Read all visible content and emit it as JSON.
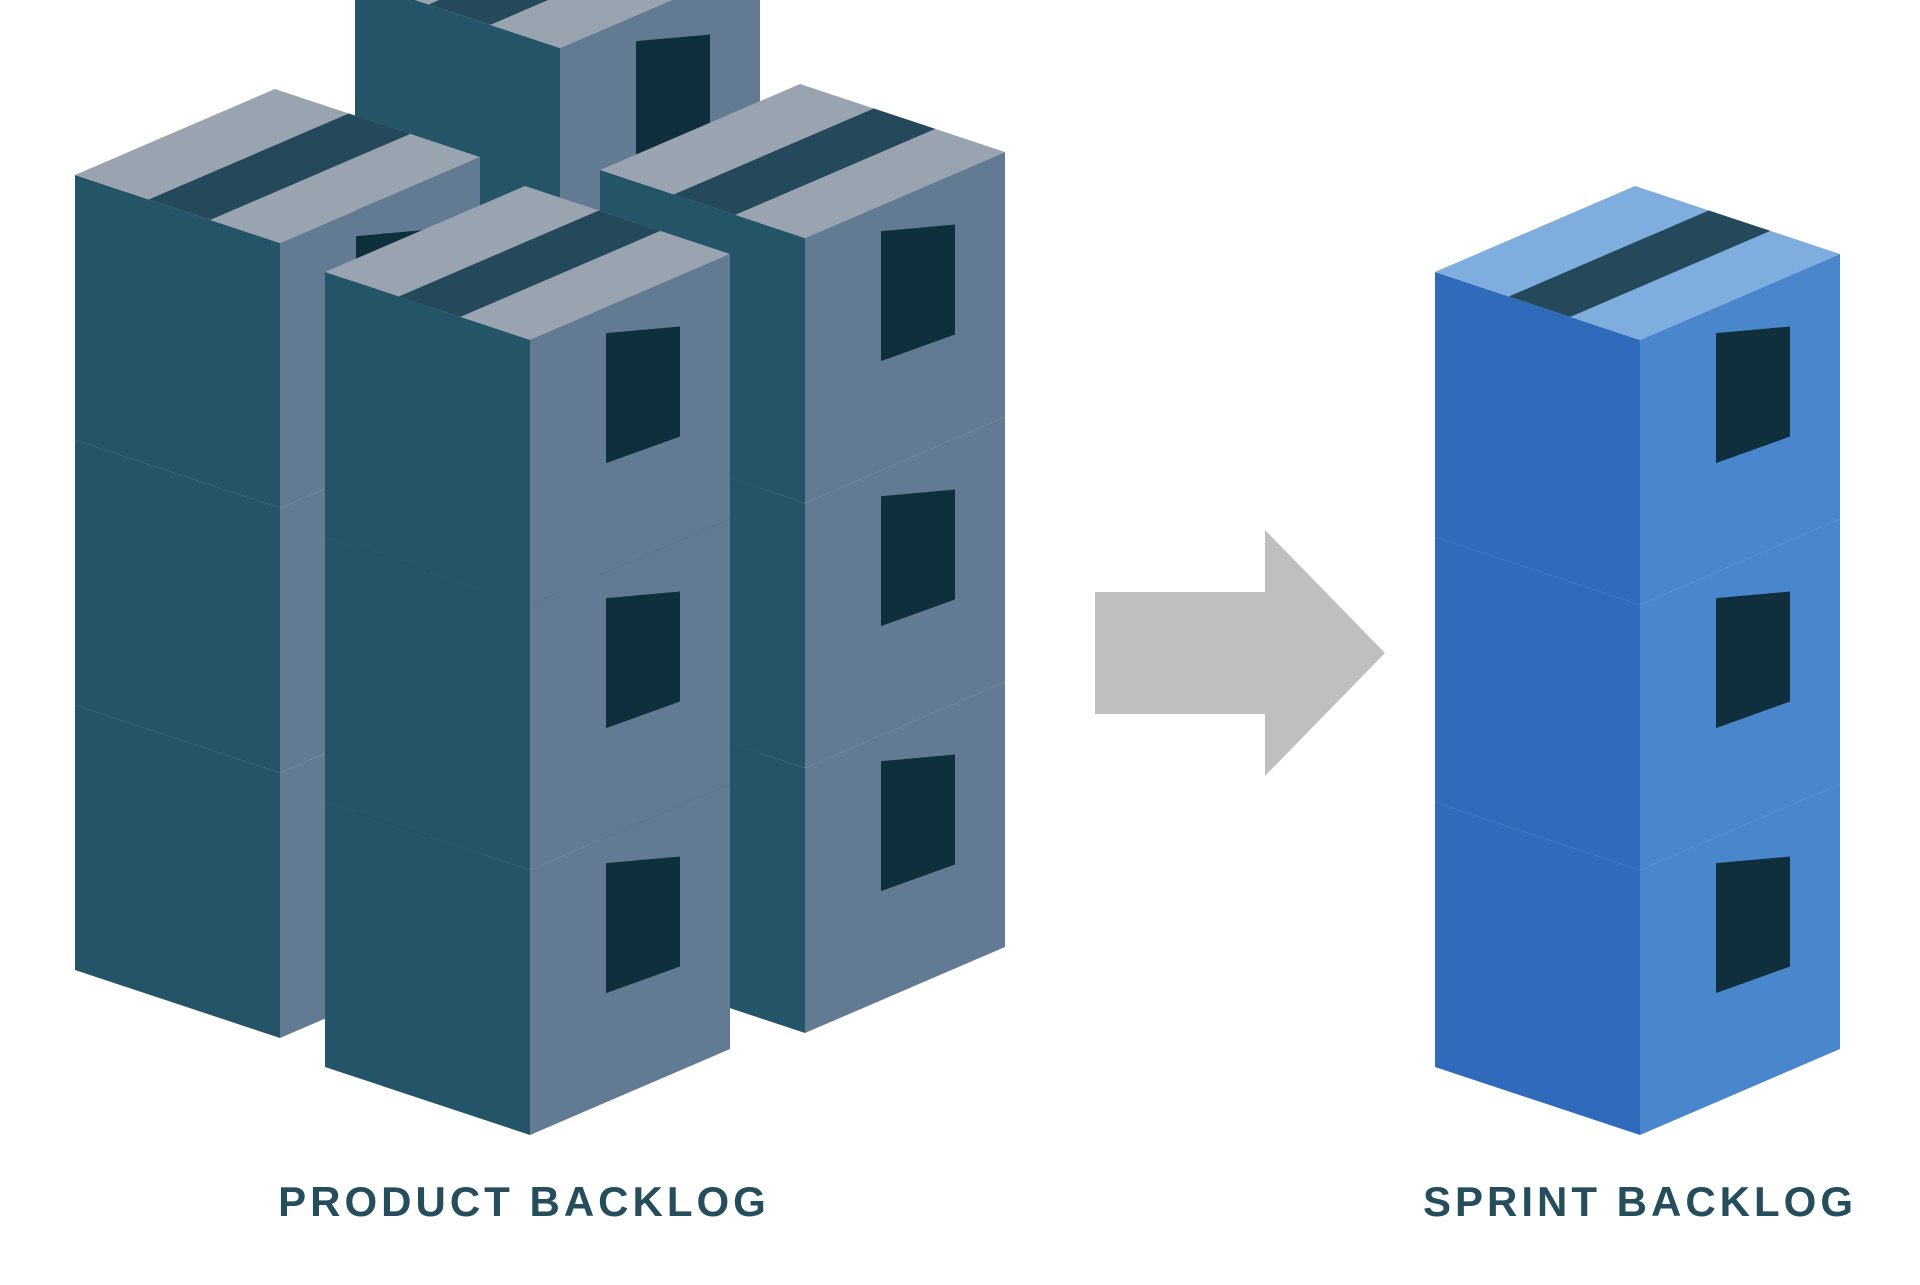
{
  "diagram": {
    "captions": {
      "product_backlog": "PRODUCT BACKLOG",
      "sprint_backlog": "SPRINT BACKLOG"
    },
    "stacks": {
      "product_backlog": {
        "columns": 4,
        "boxes_per_column": 3
      },
      "sprint_backlog": {
        "columns": 1,
        "boxes_per_column": 3
      }
    },
    "colors": {
      "caption_text": "#264d5c",
      "arrow": "#bfbfbf",
      "product_box_front": "#245467",
      "product_box_side": "#627b93",
      "product_box_top": "#9aa4b0",
      "product_box_tape": "#0e2f3b",
      "product_box_top_tape": "#23495a",
      "sprint_box_front": "#2f6bba",
      "sprint_box_side": "#4a86cc",
      "sprint_box_top": "#7fadde",
      "sprint_box_tape": "#0e2f3b",
      "sprint_box_top_tape": "#23495a"
    },
    "icons": [
      "box-icon",
      "arrow-right-icon"
    ]
  }
}
